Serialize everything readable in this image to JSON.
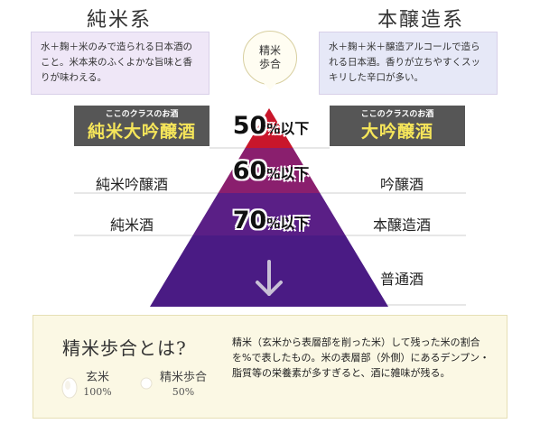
{
  "left_column": {
    "title": "純米系",
    "description": "水＋麹＋米のみで造られる日本酒のこと。米本来のふくよかな旨味と香りが味わえる。",
    "grade_caption": "ここのクラスのお酒",
    "grade_name": "純米大吟醸酒",
    "tiers": [
      "純米吟醸酒",
      "純米酒"
    ]
  },
  "right_column": {
    "title": "本醸造系",
    "description": "水＋麹＋米＋醸造アルコールで造られる日本酒。香りが立ちやすくスッキリした辛口が多い。",
    "grade_caption": "ここのクラスのお酒",
    "grade_name": "大吟醸酒",
    "tiers": [
      "吟醸酒",
      "本醸造酒",
      "普通酒"
    ]
  },
  "ratio_bubble": {
    "line1": "精米",
    "line2": "歩合"
  },
  "pyramid_levels": [
    {
      "number": "50",
      "unit": "%",
      "suffix": "以下",
      "color": "#c9162b"
    },
    {
      "number": "60",
      "unit": "%",
      "suffix": "以下",
      "color": "#8a1f6e"
    },
    {
      "number": "70",
      "unit": "%",
      "suffix": "以下",
      "color": "#5a1f86"
    },
    {
      "number": "",
      "unit": "",
      "suffix": "",
      "color": "#4a1b84"
    }
  ],
  "arrow_icon": "down-arrow-icon",
  "explanation": {
    "heading": "精米歩合とは?",
    "brown_rice": {
      "name": "玄米",
      "value": "100%"
    },
    "polished_rice": {
      "name": "精米歩合",
      "value": "50%"
    },
    "text": "精米（玄米から表層部を削った米）して残った米の割合を%で表したもの。米の表層部（外側）にあるデンプン・脂質等の栄養素が多すぎると、酒に雑味が残る。"
  }
}
